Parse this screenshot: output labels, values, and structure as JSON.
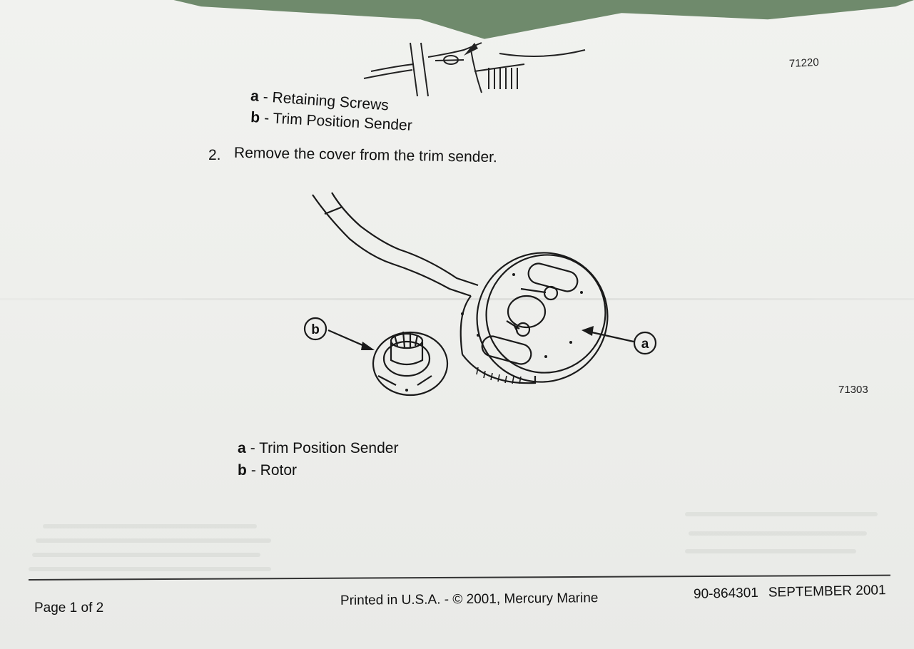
{
  "figure_top": {
    "number": "71220",
    "legend": [
      {
        "key": "a",
        "text": "- Retaining Screws"
      },
      {
        "key": "b",
        "text": "- Trim Position Sender"
      }
    ]
  },
  "step": {
    "number": "2.",
    "text": "Remove the cover from the trim sender."
  },
  "figure_main": {
    "number": "71303",
    "callout_a": "a",
    "callout_b": "b",
    "legend": [
      {
        "key": "a",
        "text": "- Trim Position Sender"
      },
      {
        "key": "b",
        "text": "- Rotor"
      }
    ]
  },
  "footer": {
    "page": "Page 1 of 2",
    "printed": "Printed in U.S.A. - © 2001, Mercury Marine",
    "doc_number": "90-864301",
    "date": "SEPTEMBER 2001"
  }
}
